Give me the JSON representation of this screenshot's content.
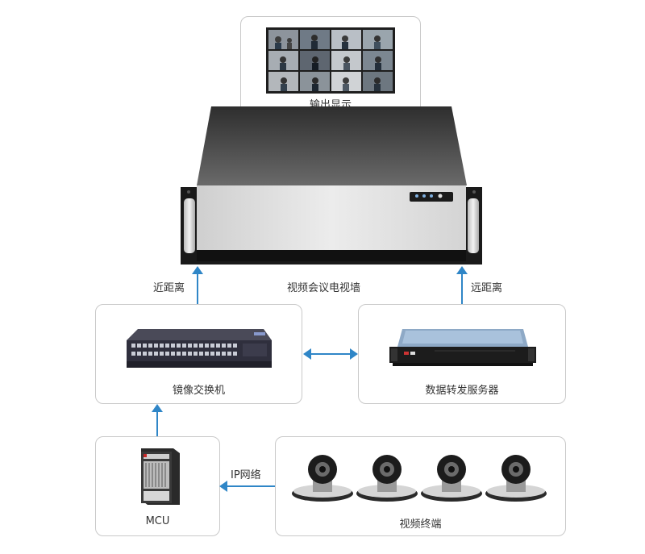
{
  "display": {
    "label": "输出显示"
  },
  "wall": {
    "label": "视频会议电视墙"
  },
  "links": {
    "near": "近距离",
    "far": "远距离",
    "ip": "IP网络"
  },
  "switch": {
    "label": "镜像交换机"
  },
  "server": {
    "label": "数据转发服务器"
  },
  "mcu": {
    "label": "MCU"
  },
  "terminals": {
    "label": "视频终端",
    "count": 4
  },
  "colors": {
    "arrow": "#2f86c7",
    "border": "#c9c9c9"
  }
}
